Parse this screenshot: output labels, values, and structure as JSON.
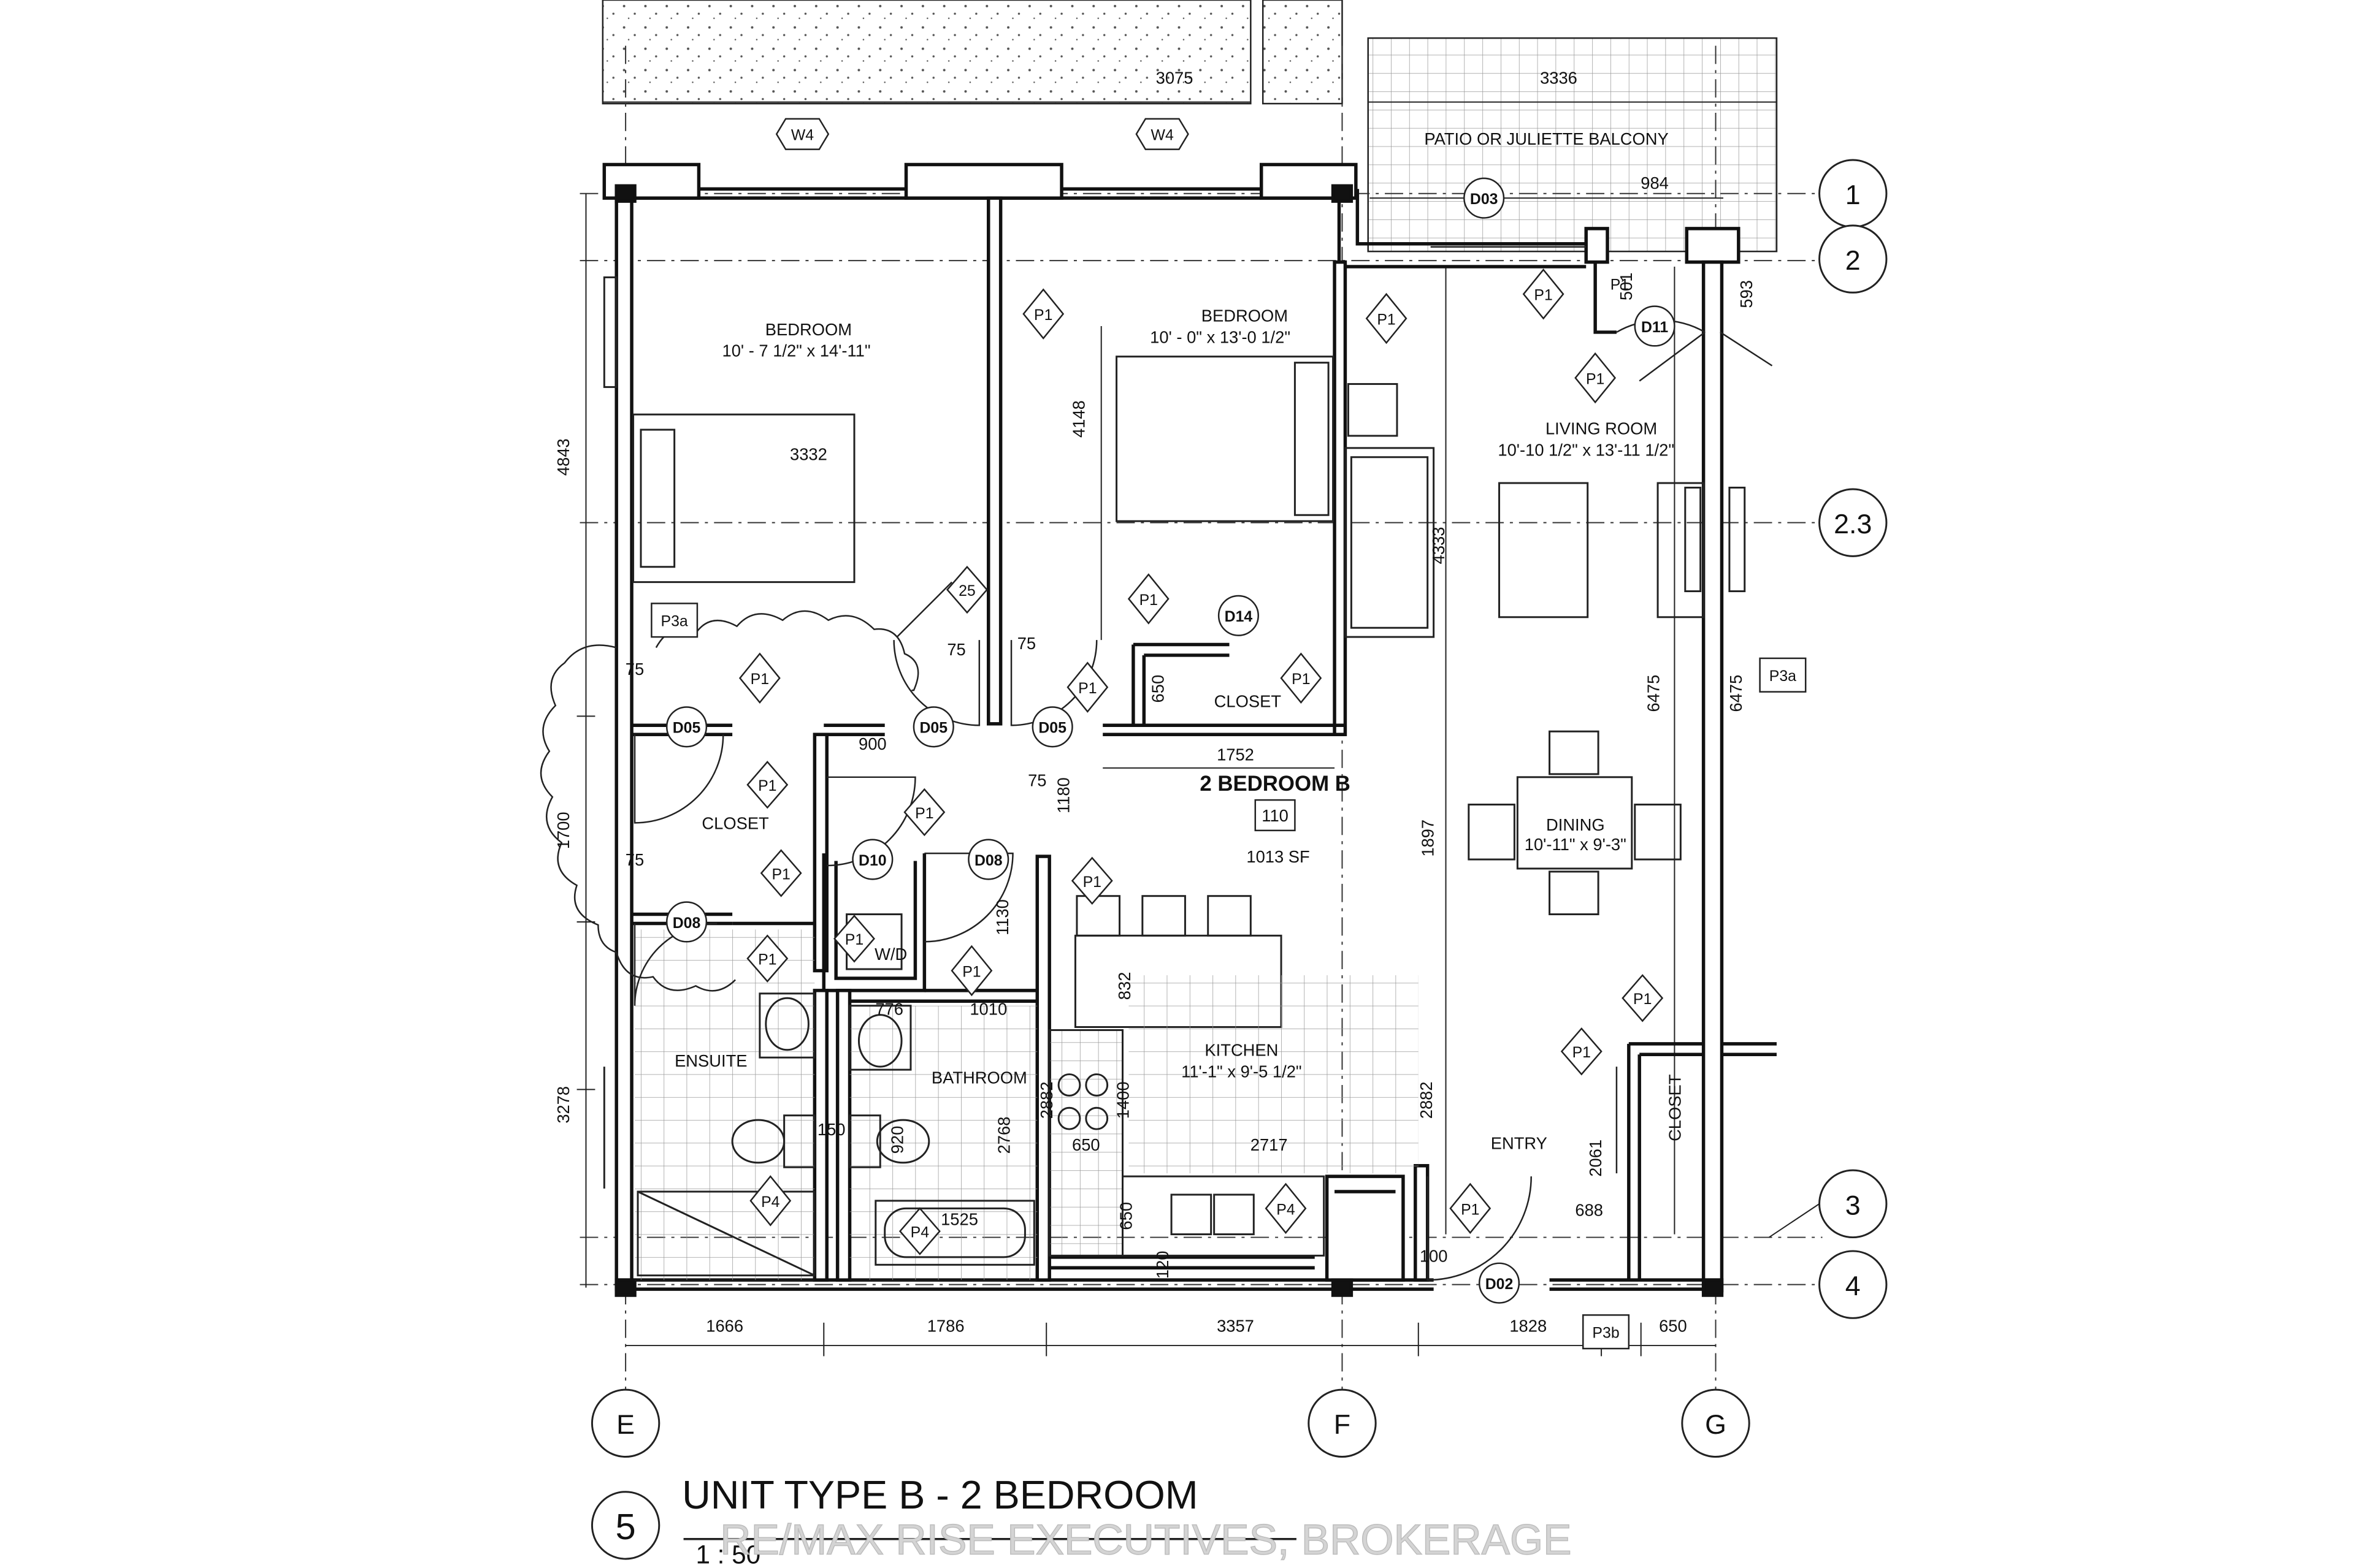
{
  "title": {
    "drawing_number": "5",
    "name": "UNIT TYPE B - 2 BEDROOM",
    "scale": "1 : 50",
    "watermark": "RE/MAX RISE EXECUTIVES, BROKERAGE"
  },
  "unit": {
    "name": "2 BEDROOM B",
    "number": "110",
    "area": "1013 SF"
  },
  "grid": {
    "rows": [
      "1",
      "2",
      "2.3",
      "3",
      "4"
    ],
    "cols": [
      "E",
      "F",
      "G"
    ]
  },
  "rooms": {
    "bedroom1": {
      "name": "BEDROOM",
      "size": "10' - 7 1/2\" x 14'-11\""
    },
    "bedroom2": {
      "name": "BEDROOM",
      "size": "10' - 0\" x 13'-0 1/2\""
    },
    "living": {
      "name": "LIVING ROOM",
      "size": "10'-10 1/2\" x 13'-11 1/2\""
    },
    "dining": {
      "name": "DINING",
      "size": "10'-11\" x 9'-3\""
    },
    "kitchen": {
      "name": "KITCHEN",
      "size": "11'-1\" x 9'-5 1/2\""
    },
    "closet_a": "CLOSET",
    "closet_b": "CLOSET",
    "closet_c": "CLOSET",
    "ensuite": "ENSUITE",
    "bathroom": "BATHROOM",
    "entry": "ENTRY",
    "wd": "W/D",
    "balcony": "PATIO OR JULIETTE BALCONY"
  },
  "doors": {
    "d03": "D03",
    "d11": "D11",
    "d14": "D14",
    "d05a": "D05",
    "d05b": "D05",
    "d05c": "D05",
    "d10": "D10",
    "d08a": "D08",
    "d08b": "D08",
    "d02": "D02"
  },
  "windows": {
    "w4a": "W4",
    "w4b": "W4"
  },
  "tags": {
    "p1": "P1",
    "p3a": "P3a",
    "p3b": "P3b",
    "p4": "P4",
    "rev25": "25"
  },
  "dims": {
    "top_left": "3075",
    "top_right": "3336",
    "d984": "984",
    "d593": "593",
    "d501": "501",
    "d4843": "4843",
    "d1700": "1700",
    "d3278": "3278",
    "d75": "75",
    "d3332": "3332",
    "d4148": "4148",
    "d4333": "4333",
    "d6475a": "6475",
    "d6475b": "6475",
    "d900": "900",
    "d1180": "1180",
    "d1752": "1752",
    "d650a": "650",
    "d1897": "1897",
    "d1130": "1130",
    "d776": "776",
    "d1010": "1010",
    "d832": "832",
    "d2882a": "2882",
    "d2882b": "2882",
    "d1400": "1400",
    "d650b": "650",
    "d2717": "2717",
    "d2768": "2768",
    "d920": "920",
    "d150": "150",
    "d1525": "1525",
    "d650c": "650",
    "d120": "120",
    "d100": "100",
    "d688": "688",
    "d2061": "2061",
    "bot1": "1666",
    "bot2": "1786",
    "bot3": "3357",
    "bot4": "1828",
    "bot5": "650"
  },
  "colors": {
    "ink": "#111111",
    "hatch": "#777777",
    "watermark": "#cfcfcf"
  }
}
